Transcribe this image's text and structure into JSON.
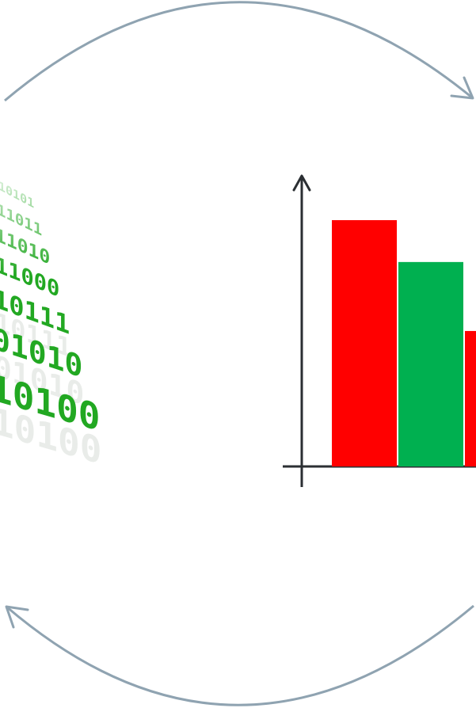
{
  "colors": {
    "arrow": "#8fa3b1",
    "binary": "#22a822",
    "axis": "#2b2f33",
    "bar_red": "#ff0000",
    "bar_green": "#00b050"
  },
  "icons": {
    "top_arrow": "curved-arrow-clockwise-icon",
    "bottom_arrow": "curved-arrow-bottom-icon",
    "binary_image": "binary-code-image"
  },
  "binary_rows": [
    "10101",
    "11011",
    "11010",
    "11000",
    "10111",
    "01010",
    "10100"
  ],
  "chart_data": {
    "type": "bar",
    "categories": [
      "",
      "",
      ""
    ],
    "values": [
      1.0,
      0.83,
      0.55
    ],
    "colors": [
      "#ff0000",
      "#00b050",
      "#ff0000"
    ],
    "title": "",
    "xlabel": "",
    "ylabel": "",
    "ylim": [
      0,
      1.18
    ],
    "grid": false,
    "legend": "none"
  }
}
